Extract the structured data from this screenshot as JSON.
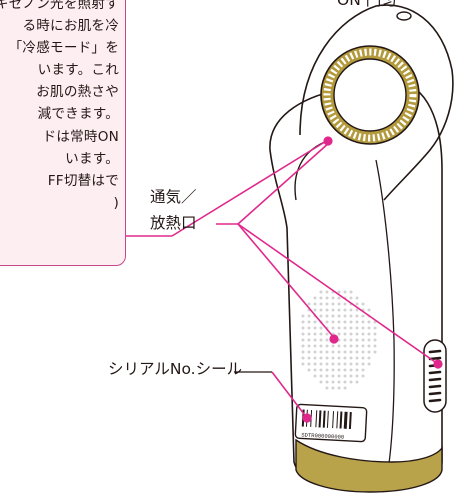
{
  "callout_note": {
    "lines": [
      "キセノン光を照射す",
      "る時にお肌を冷",
      "「冷感モード」を",
      "います。これ",
      "お肌の熱さや",
      "減できます。",
      "ドは常時ON",
      "います。",
      "FF切替はで",
      ")"
    ]
  },
  "labels": {
    "top_label": "ON 円匀",
    "vent_label_line1": "通気／",
    "vent_label_line2": "放熱口",
    "serial_label": "シリアルNo.シール",
    "serial_plate_number": "SDTR000000000"
  },
  "colors": {
    "callout_border": "#c8488a",
    "callout_fill": "#fdeef2",
    "leader_line": "#e0288c",
    "gold_ring": "#b39a3c",
    "gold_base": "#b8a24a",
    "outline": "#231815"
  }
}
